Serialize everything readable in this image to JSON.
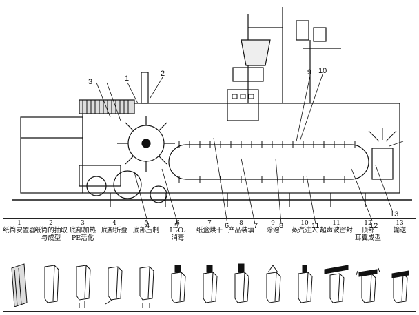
{
  "diagram": {
    "callouts": [
      "1",
      "2",
      "3",
      "4",
      "5",
      "6",
      "7",
      "8",
      "9",
      "10",
      "11",
      "12",
      "13"
    ],
    "steps": [
      {
        "num": "1",
        "label": "纸筒安置器"
      },
      {
        "num": "2",
        "label": "纸筒的抽取\n与成型"
      },
      {
        "num": "3",
        "label": "底部加热\nPE活化"
      },
      {
        "num": "4",
        "label": "底部折叠"
      },
      {
        "num": "5",
        "label": "底部压制"
      },
      {
        "num": "6",
        "label": "H₂O₂\n消毒"
      },
      {
        "num": "7",
        "label": "纸盒烘干"
      },
      {
        "num": "8",
        "label": "产品装填"
      },
      {
        "num": "9",
        "label": "除泡"
      },
      {
        "num": "10",
        "label": "蒸汽注入"
      },
      {
        "num": "11",
        "label": "超声波密封"
      },
      {
        "num": "12",
        "label": "顶部\n耳翼成型"
      },
      {
        "num": "13",
        "label": "输送"
      }
    ]
  }
}
